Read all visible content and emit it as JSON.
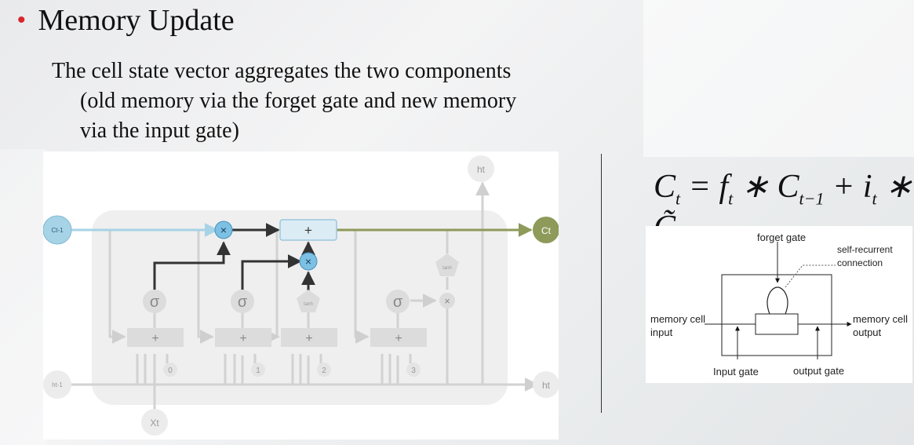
{
  "slide": {
    "bullet": "•",
    "title": "Memory Update",
    "body_lines": [
      "The cell state vector aggregates the two components",
      "(old memory via the  forget gate and new memory",
      "via the input gate)"
    ]
  },
  "lstm": {
    "c_prev": "Ct-1",
    "c_out": "Ct",
    "h_top": "ht",
    "h_prev": "ht-1",
    "h_out": "ht",
    "x_in": "Xt",
    "sigma": "σ",
    "tanh": "tanh",
    "plus": "+",
    "times": "×",
    "gate_indices": [
      "0",
      "1",
      "2",
      "3"
    ]
  },
  "formula": {
    "c": "C",
    "t": "t",
    "eq": " = ",
    "f": "f",
    "star1": " ∗ ",
    "tm1": "t−1",
    "plus": " + ",
    "i": "i",
    "star2": " ∗ ",
    "ctilde": "C̃"
  },
  "cell_diagram": {
    "forget_gate": "forget gate",
    "self_recurrent": "self-recurrent\nconnection",
    "mem_in": "memory cell\ninput",
    "mem_out": "memory cell\noutput",
    "input_gate": "Input gate",
    "output_gate": "output gate"
  },
  "colors": {
    "bullet": "#d9262c",
    "cell_state_in": "#a7d3e6",
    "cell_state_out": "#8e9a5a",
    "highlight_node": "#7cc0e4",
    "gray_block": "#dcdcdc"
  }
}
